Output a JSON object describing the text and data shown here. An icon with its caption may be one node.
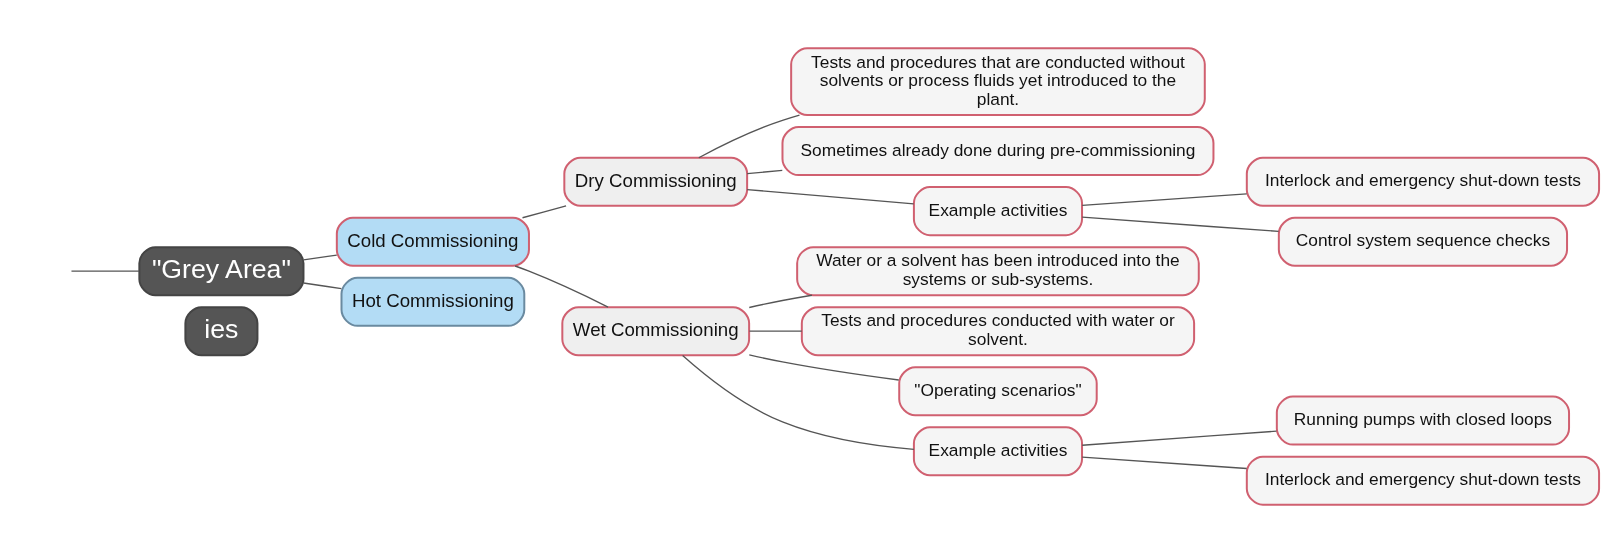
{
  "diagram": {
    "nodes": [
      {
        "text": [
          "\"Grey Area\""
        ]
      },
      {
        "text": [
          "Cold Commissioning"
        ]
      },
      {
        "text": [
          "Hot Commissioning"
        ]
      },
      {
        "text": [
          "Dry Commissioning"
        ]
      },
      {
        "text": [
          "Tests and procedures that are conducted without solvents or process fluids yet introduced to the plant."
        ]
      },
      {
        "text": [
          "Sometimes already done during pre-commissioning"
        ]
      },
      {
        "text": [
          "Example activities"
        ]
      },
      {
        "text": [
          "Interlock and emergency shut-down tests"
        ]
      },
      {
        "text": [
          "Control system sequence checks"
        ]
      },
      {
        "text": [
          "Wet Commissioning"
        ]
      },
      {
        "text": [
          "Water or a solvent has been introduced into the systems or sub-systems."
        ]
      },
      {
        "text": [
          "Tests and procedures conducted with water or solvent."
        ]
      },
      {
        "text": [
          "\"Operating scenarios\""
        ]
      },
      {
        "text": [
          "Example activities"
        ]
      },
      {
        "text": [
          "Running pumps with closed loops"
        ]
      },
      {
        "text": [
          "Interlock and emergency shut-down tests"
        ]
      },
      {
        "text": [
          "ies"
        ]
      }
    ],
    "edges": [
      {
        "from": null,
        "to": 0,
        "arrow": "none"
      },
      {
        "from": 0,
        "to": 1,
        "arrow": "none"
      },
      {
        "from": 0,
        "to": 2,
        "arrow": "none"
      },
      {
        "from": 1,
        "to": 3,
        "arrow": "none"
      },
      {
        "from": 1,
        "to": 9,
        "arrow": "none"
      },
      {
        "from": 3,
        "to": 4,
        "arrow": "none"
      },
      {
        "from": 3,
        "to": 5,
        "arrow": "none"
      },
      {
        "from": 3,
        "to": 6,
        "arrow": "none"
      },
      {
        "from": 6,
        "to": 7,
        "arrow": "none"
      },
      {
        "from": 6,
        "to": 8,
        "arrow": "none"
      },
      {
        "from": 9,
        "to": 10,
        "arrow": "none"
      },
      {
        "from": 9,
        "to": 11,
        "arrow": "none"
      },
      {
        "from": 9,
        "to": 12,
        "arrow": "none"
      },
      {
        "from": 9,
        "to": 13,
        "arrow": "none"
      },
      {
        "from": 13,
        "to": 14,
        "arrow": "none"
      },
      {
        "from": 13,
        "to": 15,
        "arrow": "none"
      }
    ]
  }
}
